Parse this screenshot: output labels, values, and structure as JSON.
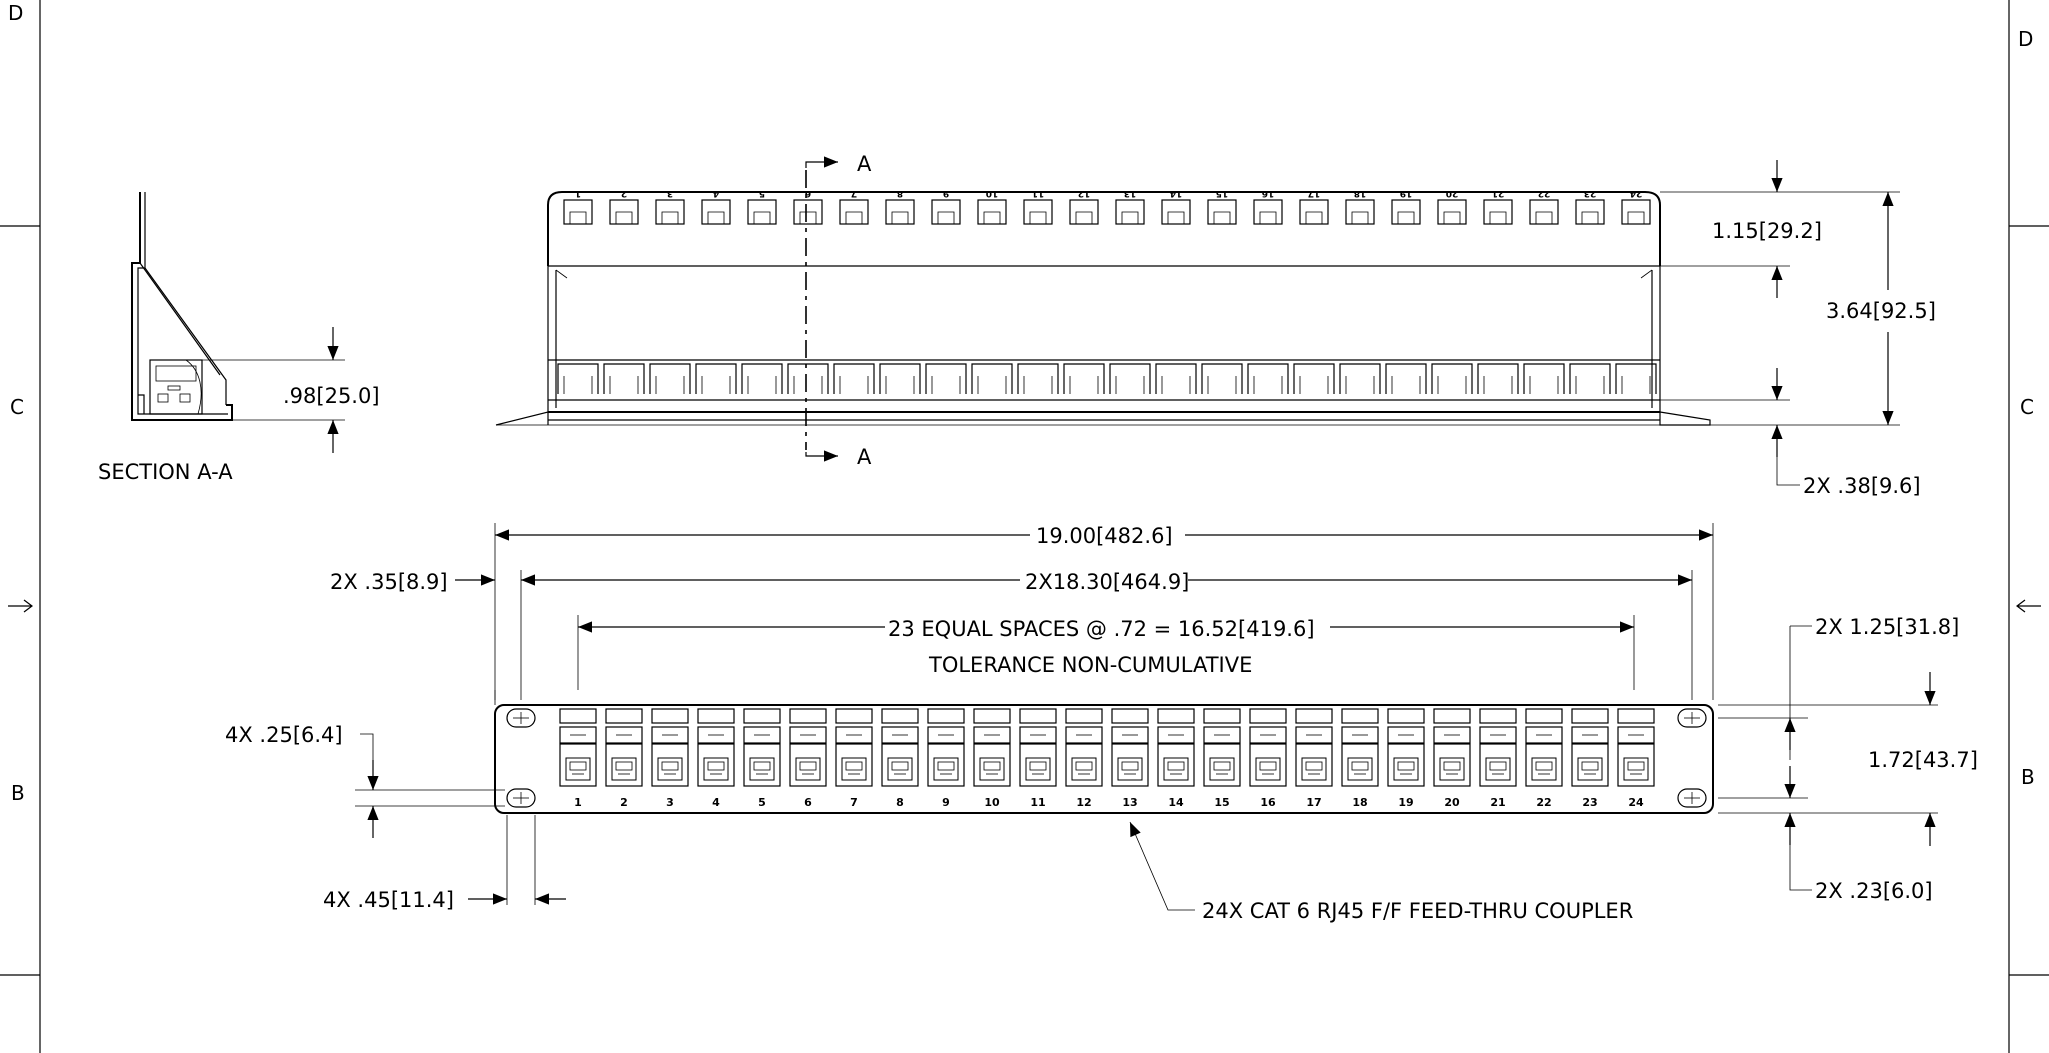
{
  "zones": {
    "left": [
      "D",
      "C",
      "B"
    ],
    "right": [
      "D",
      "C",
      "B"
    ]
  },
  "section": {
    "title": "SECTION A-A",
    "dim_height": ".98[25.0]",
    "cut_label_top": "A",
    "cut_label_bottom": "A"
  },
  "top_view": {
    "port_numbers": [
      "1",
      "2",
      "3",
      "4",
      "5",
      "6",
      "7",
      "8",
      "9",
      "10",
      "11",
      "12",
      "13",
      "14",
      "15",
      "16",
      "17",
      "18",
      "19",
      "20",
      "21",
      "22",
      "23",
      "24"
    ],
    "dim_top_height": "1.15[29.2]",
    "dim_total_height": "3.64[92.5]",
    "dim_flange": "2X .38[9.6]"
  },
  "front_view": {
    "dim_overall_width": "19.00[482.6]",
    "dim_hole_spacing": "2X18.30[464.9]",
    "dim_port_spacing": "23 EQUAL SPACES @ .72 = 16.52[419.6]",
    "tolerance_note": "TOLERANCE NON-CUMULATIVE",
    "dim_ear_width": "2X .35[8.9]",
    "dim_hole_offset": "4X .25[6.4]",
    "dim_slot_length": "4X .45[11.4]",
    "dim_hole_pitch": "2X 1.25[31.8]",
    "dim_panel_height": "1.72[43.7]",
    "dim_hole_edge": "2X .23[6.0]",
    "callout": "24X CAT 6 RJ45 F/F FEED-THRU COUPLER",
    "jack_label": "Cat 6",
    "port_numbers": [
      "1",
      "2",
      "3",
      "4",
      "5",
      "6",
      "7",
      "8",
      "9",
      "10",
      "11",
      "12",
      "13",
      "14",
      "15",
      "16",
      "17",
      "18",
      "19",
      "20",
      "21",
      "22",
      "23",
      "24"
    ]
  }
}
